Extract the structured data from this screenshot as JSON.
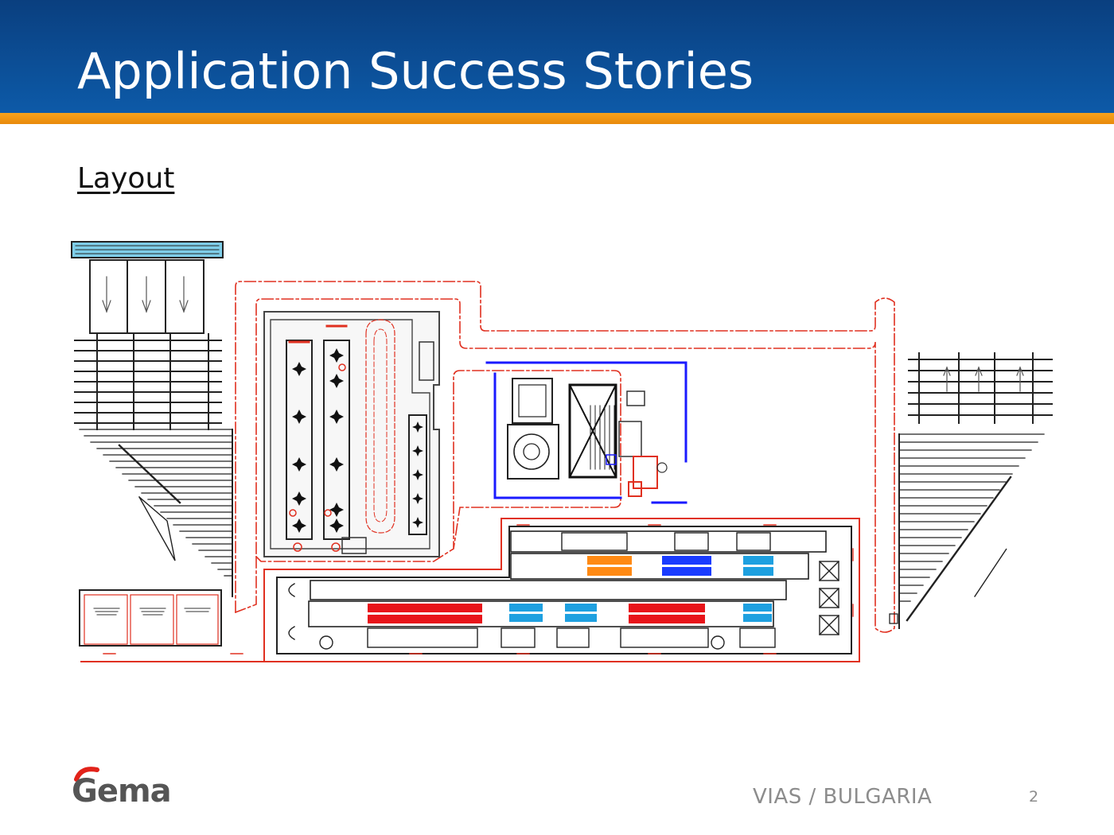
{
  "slide": {
    "title": "Application Success Stories",
    "section_heading": "Layout",
    "footer_client": "VIAS / BULGARIA",
    "page_number": "2"
  },
  "brand": {
    "logo_text": "Gema",
    "colors": {
      "header_blue": "#0b4a8f",
      "accent_orange": "#f39200",
      "logo_red": "#e2231a",
      "logo_gray": "#555555",
      "conveyor_red": "#e03020",
      "booth_blue": "#1a1aff",
      "zone_cyan": "#1ea0e0"
    }
  },
  "diagram": {
    "description_type": "factory-floor-layout",
    "icons": [
      "loading-station-icon",
      "pretreatment-tank-icon",
      "powder-booth-icon",
      "curing-oven-icon",
      "unloading-station-icon"
    ]
  }
}
